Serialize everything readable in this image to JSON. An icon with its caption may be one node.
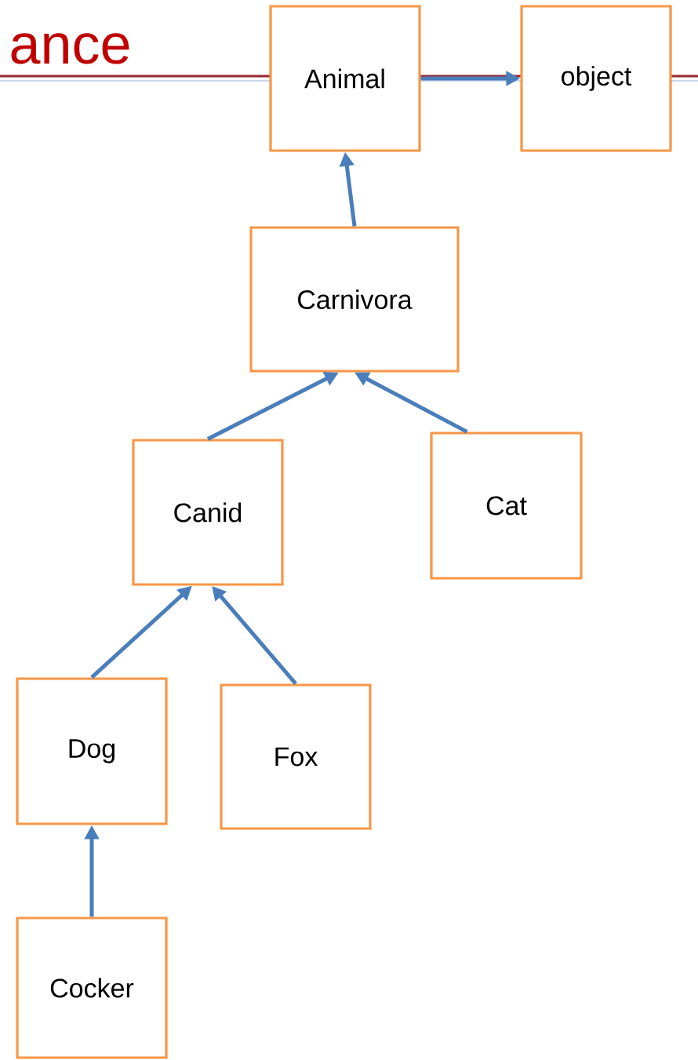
{
  "diagram": {
    "title": "ance",
    "nodes": [
      {
        "text": [
          "Animal"
        ]
      },
      {
        "text": [
          "object"
        ]
      },
      {
        "text": [
          "Carnivora"
        ]
      },
      {
        "text": [
          "Canid"
        ]
      },
      {
        "text": [
          "Cat"
        ]
      },
      {
        "text": [
          "Dog"
        ]
      },
      {
        "text": [
          "Fox"
        ]
      },
      {
        "text": [
          "Cocker"
        ]
      }
    ],
    "edges": [
      {
        "from": 0,
        "to": 1,
        "arrow": "to"
      },
      {
        "from": 2,
        "to": 0,
        "arrow": "to"
      },
      {
        "from": 3,
        "to": 2,
        "arrow": "to"
      },
      {
        "from": 4,
        "to": 2,
        "arrow": "to"
      },
      {
        "from": 5,
        "to": 3,
        "arrow": "to"
      },
      {
        "from": 6,
        "to": 3,
        "arrow": "to"
      },
      {
        "from": 7,
        "to": 5,
        "arrow": "to"
      }
    ]
  }
}
